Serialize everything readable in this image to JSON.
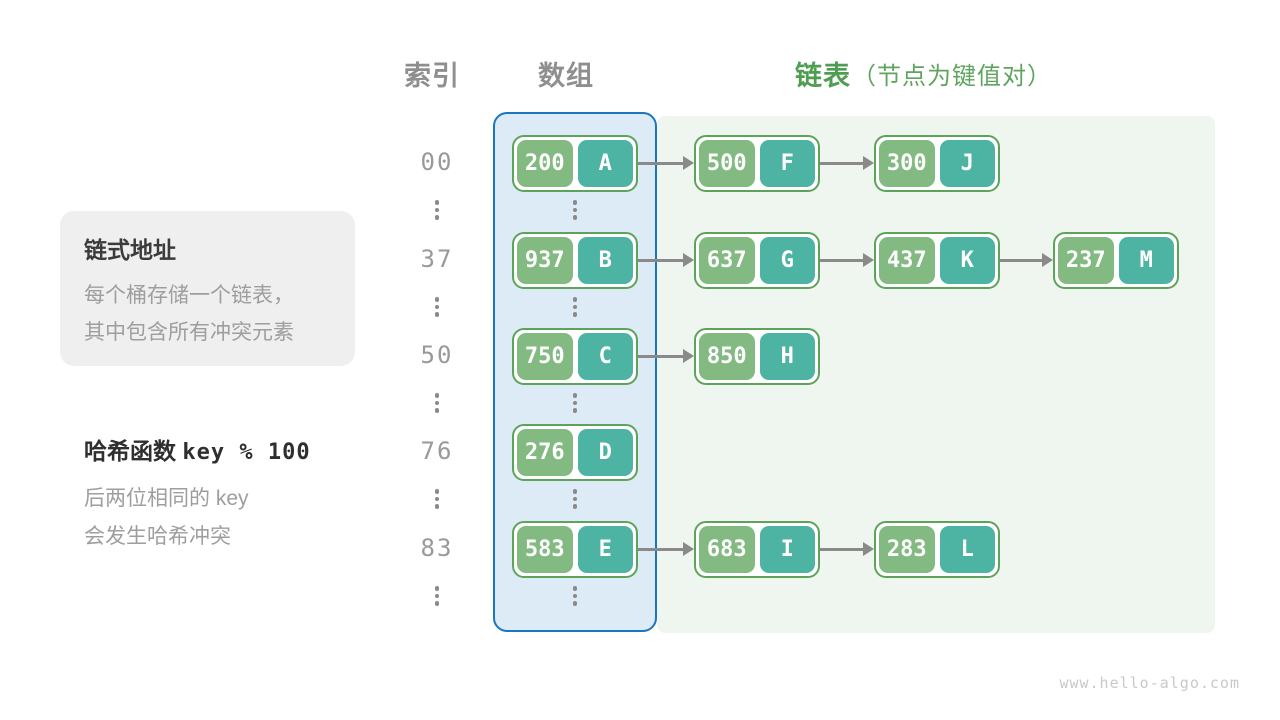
{
  "headers": {
    "index": "索引",
    "array": "数组",
    "list": "链表",
    "list_note": "（节点为键值对）"
  },
  "annotations": {
    "box": {
      "title": "链式地址",
      "lines": [
        "每个桶存储一个链表，",
        "其中包含所有冲突元素"
      ]
    },
    "hash": {
      "title": "哈希函数",
      "code": "key % 100",
      "lines": [
        "后两位相同的 key",
        "会发生哈希冲突"
      ]
    }
  },
  "rows": [
    {
      "index": "00",
      "nodes": [
        {
          "key": "200",
          "value": "A"
        },
        {
          "key": "500",
          "value": "F"
        },
        {
          "key": "300",
          "value": "J"
        }
      ]
    },
    {
      "index": "37",
      "nodes": [
        {
          "key": "937",
          "value": "B"
        },
        {
          "key": "637",
          "value": "G"
        },
        {
          "key": "437",
          "value": "K"
        },
        {
          "key": "237",
          "value": "M"
        }
      ]
    },
    {
      "index": "50",
      "nodes": [
        {
          "key": "750",
          "value": "C"
        },
        {
          "key": "850",
          "value": "H"
        }
      ]
    },
    {
      "index": "76",
      "nodes": [
        {
          "key": "276",
          "value": "D"
        }
      ]
    },
    {
      "index": "83",
      "nodes": [
        {
          "key": "583",
          "value": "E"
        },
        {
          "key": "683",
          "value": "I"
        },
        {
          "key": "283",
          "value": "L"
        }
      ]
    }
  ],
  "colors": {
    "header_gray": "#8f8f8f",
    "header_green": "#4f9d52",
    "node_border_green": "#5ea35a",
    "key_pill_green": "#82ba82",
    "value_pill_teal": "#4db3a2",
    "array_box_border_blue": "#1b76c2",
    "array_box_fill": "#dcebf6",
    "list_area_fill": "#eff6ef",
    "arrow_gray": "#8a8a8a"
  },
  "watermark": "www.hello-algo.com"
}
